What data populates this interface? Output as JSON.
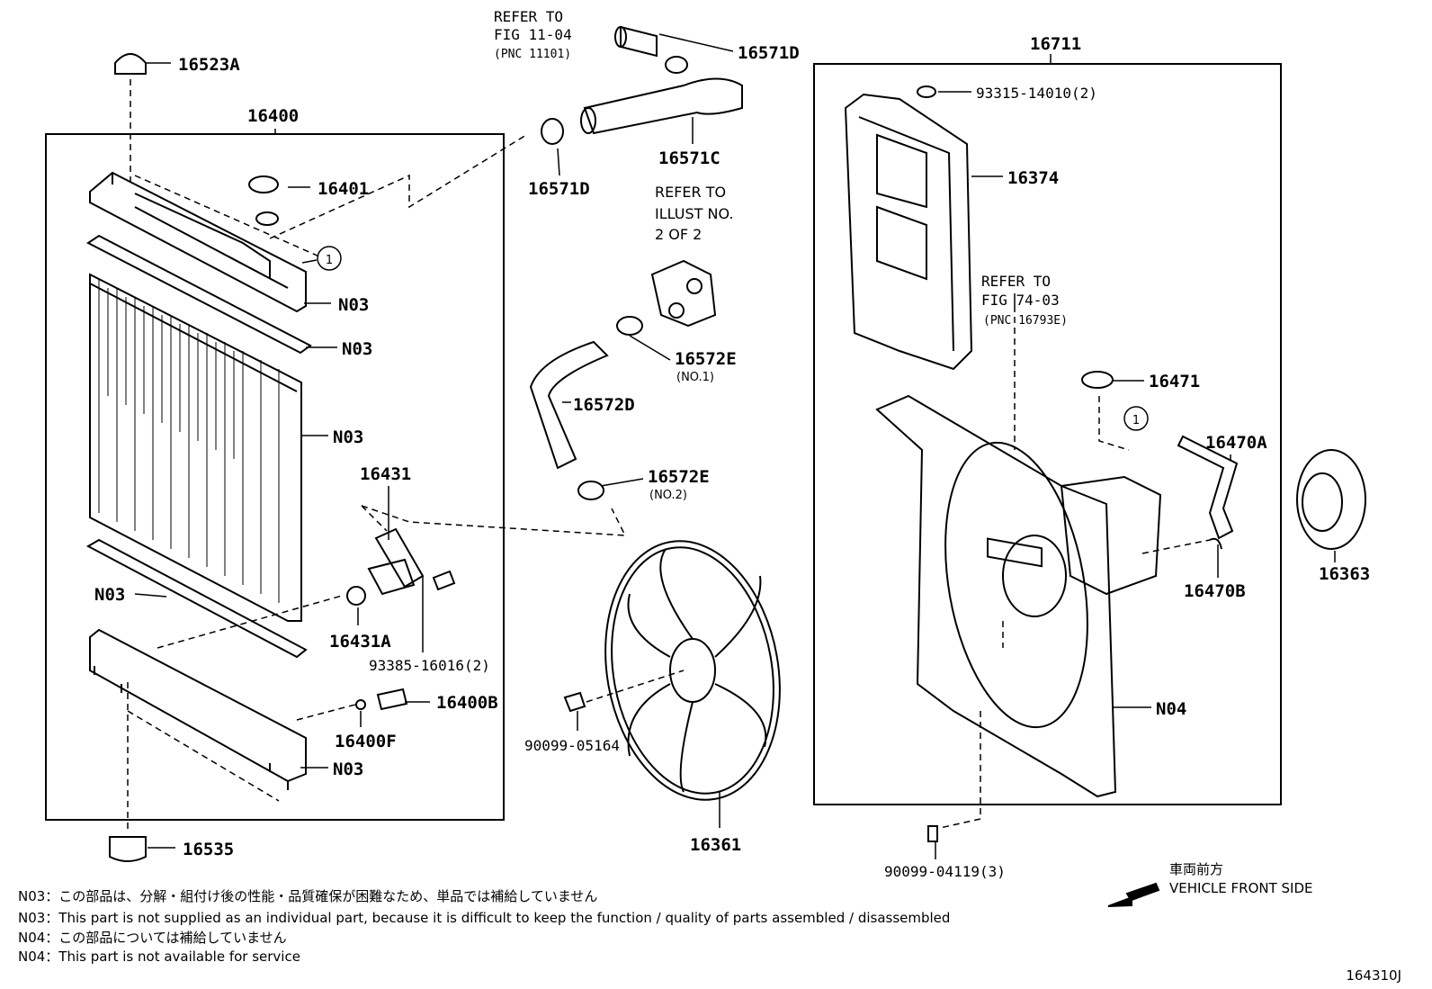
{
  "callouts": {
    "c16523A": "16523A",
    "c16400": "16400",
    "c16401": "16401",
    "c16571D_top": "16571D",
    "c16571D_left": "16571D",
    "c16571C": "16571C",
    "c16711": "16711",
    "c93315": "93315-14010(2)",
    "c16374": "16374",
    "c16471": "16471",
    "c16470A": "16470A",
    "c16470B": "16470B",
    "c16363": "16363",
    "c16572E_1": "16572E",
    "c16572E_1_sub": "(NO.1)",
    "c16572D": "16572D",
    "c16572E_2": "16572E",
    "c16572E_2_sub": "(NO.2)",
    "c16431": "16431",
    "c16431A": "16431A",
    "c93385": "93385-16016(2)",
    "c16400B": "16400B",
    "c16400F": "16400F",
    "c16535": "16535",
    "c90099_05164": "90099-05164",
    "c16361": "16361",
    "c90099_04119": "90099-04119(3)",
    "c16524": "N04",
    "n03_a": "N03",
    "n03_b": "N03",
    "n03_c": "N03",
    "n03_d": "N03",
    "n03_e": "N03",
    "circle1_a": "1",
    "circle1_b": "1"
  },
  "refs": {
    "fig1104_l1": "REFER TO",
    "fig1104_l2": "FIG 11-04",
    "fig1104_l3": "(PNC 11101)",
    "illust_l1": "REFER TO",
    "illust_l2": "ILLUST NO.",
    "illust_l3": "2 OF 2",
    "fig7403_l1": "REFER TO",
    "fig7403_l2": "FIG 74-03",
    "fig7403_l3": "(PNC 16793E)"
  },
  "notes": [
    "N03：この部品は、分解・組付け後の性能・品質確保が困難なため、単品では補給していません",
    "N03：This part is not supplied as an individual part, because it is difficult to keep the function / quality of parts assembled / disassembled",
    "N04：この部品については補給していません",
    "N04：This part is not available for service"
  ],
  "front": {
    "jp": "車両前方",
    "en": "VEHICLE FRONT SIDE"
  },
  "illustration_id": "164310J"
}
